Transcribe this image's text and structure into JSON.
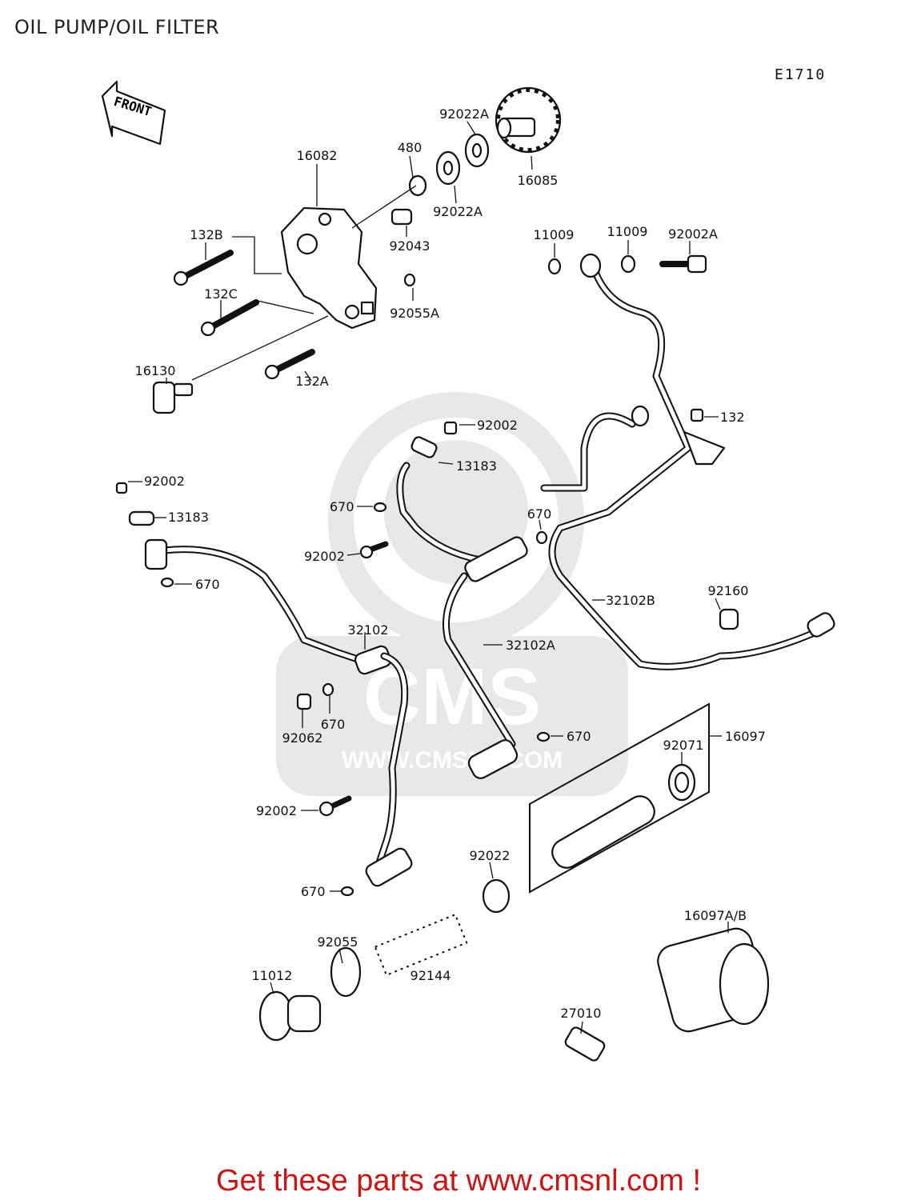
{
  "page": {
    "title": "OIL PUMP/OIL FILTER",
    "diagram_code": "E1710",
    "footer": "Get these parts at www.cmsnl.com !"
  },
  "watermark": {
    "brand": "CMS",
    "url": "WWW.CMSNL.COM"
  },
  "direction_arrow": "FRONT",
  "callouts": [
    {
      "id": "c1",
      "text": "92022A"
    },
    {
      "id": "c2",
      "text": "480"
    },
    {
      "id": "c3",
      "text": "16085"
    },
    {
      "id": "c4",
      "text": "16082"
    },
    {
      "id": "c5",
      "text": "92022A"
    },
    {
      "id": "c6",
      "text": "132B"
    },
    {
      "id": "c7",
      "text": "92043"
    },
    {
      "id": "c8",
      "text": "11009"
    },
    {
      "id": "c9",
      "text": "11009"
    },
    {
      "id": "c10",
      "text": "92002A"
    },
    {
      "id": "c11",
      "text": "132C"
    },
    {
      "id": "c12",
      "text": "92055A"
    },
    {
      "id": "c13",
      "text": "16130"
    },
    {
      "id": "c14",
      "text": "132A"
    },
    {
      "id": "c15",
      "text": "92002"
    },
    {
      "id": "c16",
      "text": "132"
    },
    {
      "id": "c17",
      "text": "13183"
    },
    {
      "id": "c18",
      "text": "92002"
    },
    {
      "id": "c19",
      "text": "670"
    },
    {
      "id": "c20",
      "text": "670"
    },
    {
      "id": "c21",
      "text": "13183"
    },
    {
      "id": "c22",
      "text": "92002"
    },
    {
      "id": "c23",
      "text": "670"
    },
    {
      "id": "c24",
      "text": "92160"
    },
    {
      "id": "c25",
      "text": "32102B"
    },
    {
      "id": "c26",
      "text": "32102"
    },
    {
      "id": "c27",
      "text": "32102A"
    },
    {
      "id": "c28",
      "text": "670"
    },
    {
      "id": "c29",
      "text": "92062"
    },
    {
      "id": "c30",
      "text": "670"
    },
    {
      "id": "c31",
      "text": "92071"
    },
    {
      "id": "c32",
      "text": "16097"
    },
    {
      "id": "c33",
      "text": "92002"
    },
    {
      "id": "c34",
      "text": "92022"
    },
    {
      "id": "c35",
      "text": "670"
    },
    {
      "id": "c36",
      "text": "16097A/B"
    },
    {
      "id": "c37",
      "text": "92055"
    },
    {
      "id": "c38",
      "text": "11012"
    },
    {
      "id": "c39",
      "text": "92144"
    },
    {
      "id": "c40",
      "text": "27010"
    }
  ]
}
